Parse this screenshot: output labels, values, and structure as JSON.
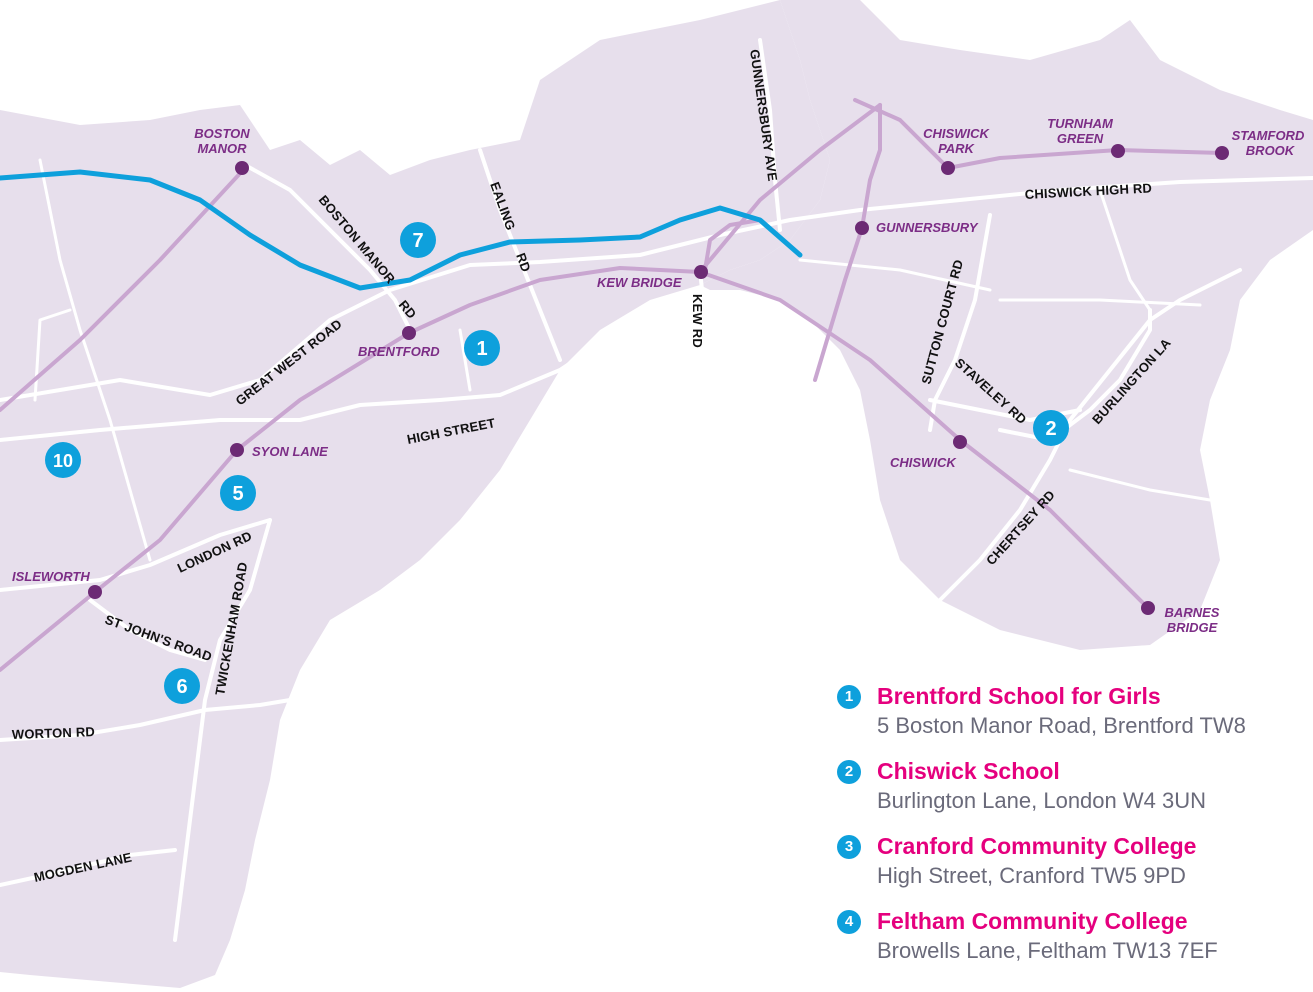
{
  "colors": {
    "land": "#e7dfec",
    "roads": "#ffffff",
    "rail": "#c9a6d0",
    "tube": "#0ea0dc",
    "station": "#6c2a74",
    "station_label": "#7c2d86",
    "badge": "#0ea0dc",
    "school_name": "#e5007e",
    "address": "#6a6a7a"
  },
  "stations": [
    {
      "id": "boston-manor",
      "line1": "BOSTON",
      "line2": "MANOR"
    },
    {
      "id": "chiswick-park",
      "line1": "CHISWICK",
      "line2": "PARK"
    },
    {
      "id": "turnham-green",
      "line1": "TURNHAM",
      "line2": "GREEN"
    },
    {
      "id": "stamford-brook",
      "line1": "STAMFORD",
      "line2": "BROOK"
    },
    {
      "id": "gunnersbury",
      "line1": "GUNNERSBURY"
    },
    {
      "id": "kew-bridge",
      "line1": "KEW BRIDGE"
    },
    {
      "id": "brentford",
      "line1": "BRENTFORD"
    },
    {
      "id": "syon-lane",
      "line1": "SYON LANE"
    },
    {
      "id": "chiswick",
      "line1": "CHISWICK"
    },
    {
      "id": "isleworth",
      "line1": "ISLEWORTH"
    },
    {
      "id": "barnes-bridge",
      "line1": "BARNES",
      "line2": "BRIDGE"
    }
  ],
  "roads": {
    "boston_manor": "BOSTON MANOR",
    "rd": "RD",
    "ealing": "EALING",
    "ealing_rd": "RD",
    "gunnersbury_ave": "GUNNERSBURY AVE",
    "chiswick_high_rd": "CHISWICK HIGH RD",
    "great_west_road": "GREAT WEST ROAD",
    "kew_rd": "KEW RD",
    "sutton_court_rd": "SUTTON COURT RD",
    "staveley_rd": "STAVELEY RD",
    "burlington_la": "BURLINGTON LA",
    "high_street": "HIGH STREET",
    "chertsey_rd": "CHERTSEY RD",
    "london_rd": "LONDON RD",
    "st_johns_road": "ST JOHN'S ROAD",
    "twickenham_road": "TWICKENHAM ROAD",
    "worton_rd": "WORTON RD",
    "mogden_lane": "MOGDEN LANE"
  },
  "markers": [
    "1",
    "2",
    "5",
    "6",
    "7",
    "10"
  ],
  "legend": [
    {
      "num": "1",
      "name": "Brentford School for Girls",
      "address": "5 Boston Manor Road, Brentford TW8"
    },
    {
      "num": "2",
      "name": "Chiswick School",
      "address": "Burlington Lane, London W4 3UN"
    },
    {
      "num": "3",
      "name": "Cranford Community College",
      "address": "High Street, Cranford TW5 9PD"
    },
    {
      "num": "4",
      "name": "Feltham Community College",
      "address": "Browells Lane, Feltham TW13 7EF"
    }
  ]
}
